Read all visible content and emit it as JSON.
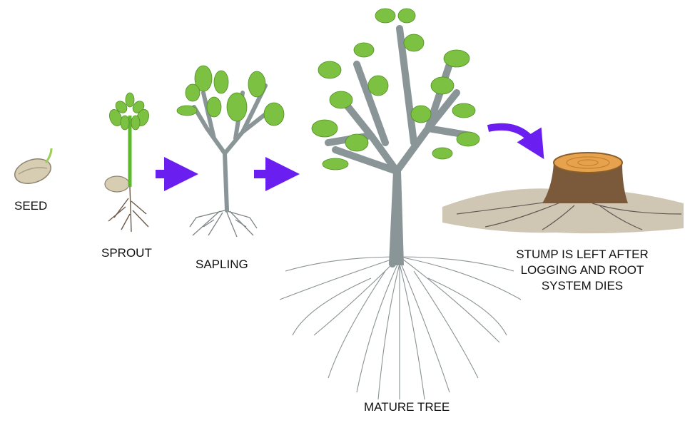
{
  "stages": {
    "seed": "SEED",
    "sprout": "SPROUT",
    "sapling": "SAPLING",
    "mature": "MATURE TREE",
    "stump_lines": [
      "STUMP IS LEFT AFTER",
      "LOGGING AND ROOT",
      "SYSTEM DIES"
    ]
  },
  "colors": {
    "leaf": "#7cc142",
    "leaf_dark": "#4f8f22",
    "stem": "#8a9597",
    "stem_green": "#5db82b",
    "seed": "#d7cdb3",
    "arrow": "#6a1ff0",
    "wood": "#e6a24c",
    "bark": "#6f5236",
    "soil": "#b9ad96",
    "root": "#5f5a55"
  },
  "icons": [
    "seed-icon",
    "sprout-icon",
    "sapling-icon",
    "mature-tree-icon",
    "stump-icon",
    "arrow-right-icon",
    "curved-arrow-icon"
  ]
}
